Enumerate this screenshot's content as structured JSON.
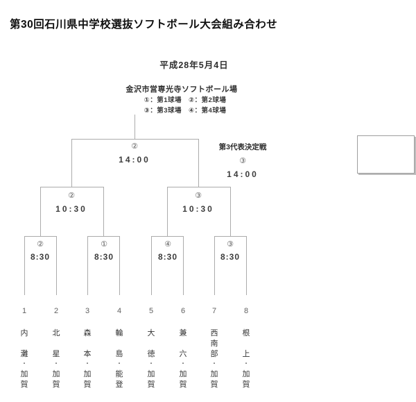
{
  "page": {
    "title": "第30回石川県中学校選抜ソフトボール大会組み合わせ",
    "date": "平成28年5月4日",
    "venue": "金沢市営専光寺ソフトボール場",
    "venue_legend_line1": "①：第1球場　②：第2球場",
    "venue_legend_line2": "③：第3球場　④：第4球場"
  },
  "bracket": {
    "final": {
      "field": "②",
      "time": "14:00"
    },
    "third_place": {
      "label": "第3代表決定戦",
      "field": "③",
      "time": "14:00"
    },
    "semifinals": [
      {
        "field": "②",
        "time": "10:30"
      },
      {
        "field": "③",
        "time": "10:30"
      }
    ],
    "quarterfinals": [
      {
        "field": "②",
        "time": "8:30"
      },
      {
        "field": "①",
        "time": "8:30"
      },
      {
        "field": "④",
        "time": "8:30"
      },
      {
        "field": "③",
        "time": "8:30"
      }
    ]
  },
  "team_separator": "・",
  "teams": [
    {
      "number": "1",
      "name": "内灘",
      "region": "加賀"
    },
    {
      "number": "2",
      "name": "北星",
      "region": "加賀"
    },
    {
      "number": "3",
      "name": "森本",
      "region": "加賀"
    },
    {
      "number": "4",
      "name": "輪島",
      "region": "能登"
    },
    {
      "number": "5",
      "name": "大徳",
      "region": "加賀"
    },
    {
      "number": "6",
      "name": "兼六",
      "region": "加賀"
    },
    {
      "number": "7",
      "name": "西南部",
      "region": "加賀"
    },
    {
      "number": "8",
      "name": "根上",
      "region": "加賀"
    }
  ],
  "colors": {
    "line": "#ababab",
    "text": "#3a3a3a",
    "title": "#0f0f0f"
  }
}
